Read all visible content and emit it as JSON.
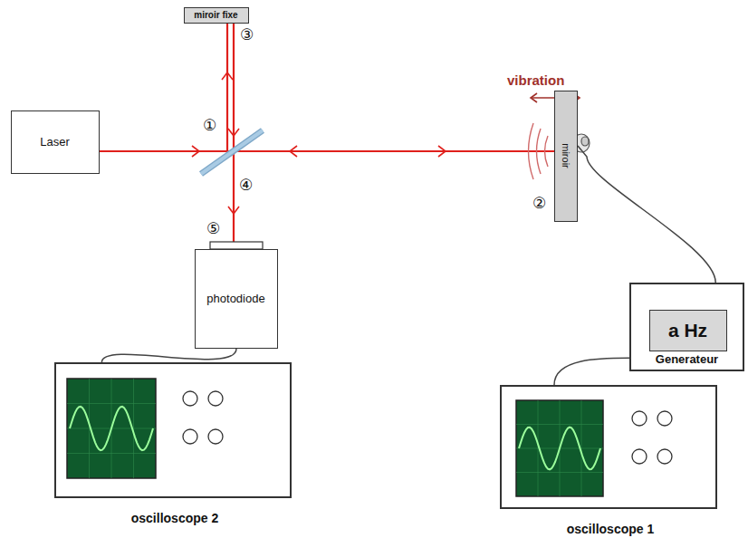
{
  "diagram": {
    "nodes": [
      {
        "text": [
          "Laser"
        ]
      },
      {
        "text": [
          "miroir fixe"
        ]
      },
      {
        "text": [
          "miroir"
        ]
      },
      {
        "text": [
          "photodiode"
        ]
      },
      {
        "text": [
          "Generateur"
        ]
      },
      {
        "text": [
          "a Hz"
        ],
        "in": 4
      },
      {
        "text": [
          "oscilloscope 2"
        ]
      },
      {
        "text": [
          "oscilloscope 1"
        ]
      }
    ],
    "edges": [
      {
        "from": 3,
        "to": 6,
        "arrow": "none"
      },
      {
        "from": 4,
        "to": 2,
        "arrow": "none"
      },
      {
        "from": 7,
        "to": 4,
        "arrow": "none"
      }
    ],
    "labels": [
      "vibration",
      "①",
      "②",
      "③",
      "④",
      "⑤"
    ]
  }
}
